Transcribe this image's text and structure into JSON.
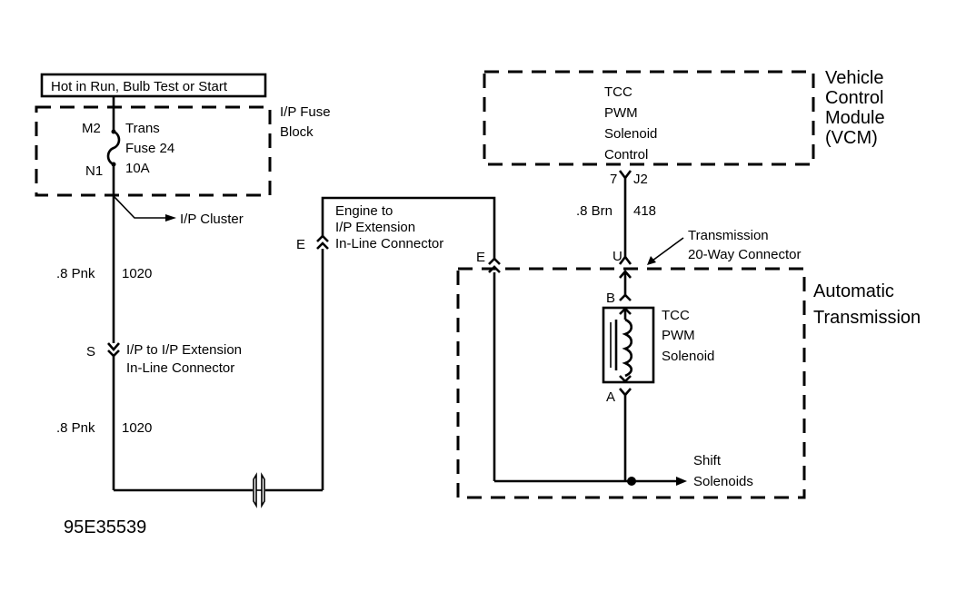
{
  "diagram": {
    "figure_id": "95E35539",
    "power_source": {
      "label": "Hot in Run, Bulb Test or Start"
    },
    "fuse_block": {
      "name": "I/P Fuse Block",
      "name_lines": [
        "I/P Fuse",
        "Block"
      ],
      "fuse_lines": [
        "Trans",
        "Fuse 24",
        "10A"
      ],
      "terminal_in": "M2",
      "terminal_out": "N1"
    },
    "ip_cluster": {
      "label": "I/P Cluster"
    },
    "wire_1020_upper": {
      "gauge_color": ".8 Pnk",
      "circuit": "1020"
    },
    "wire_1020_lower": {
      "gauge_color": ".8 Pnk",
      "circuit": "1020"
    },
    "connector_s": {
      "pin": "S",
      "name_lines": [
        "I/P to I/P Extension",
        "In-Line Connector"
      ]
    },
    "connector_e": {
      "pin_left": "E",
      "pin_right": "E",
      "name_lines": [
        "Engine to",
        "I/P Extension",
        "In-Line Connector"
      ]
    },
    "vcm": {
      "name_lines": [
        "Vehicle",
        "Control",
        "Module",
        "(VCM)"
      ],
      "function_lines": [
        "TCC",
        "PWM",
        "Solenoid",
        "Control"
      ],
      "pin": "7",
      "connector": "J2"
    },
    "wire_418": {
      "gauge_color": ".8 Brn",
      "circuit": "418"
    },
    "trans_connector": {
      "pin_u": "U",
      "name_lines": [
        "Transmission",
        "20-Way Connector"
      ]
    },
    "automatic_transmission": {
      "name_lines": [
        "Automatic",
        "Transmission"
      ]
    },
    "solenoid": {
      "name_lines": [
        "TCC",
        "PWM",
        "Solenoid"
      ],
      "pin_top": "B",
      "pin_bottom": "A"
    },
    "shift_solenoids": {
      "label_lines": [
        "Shift",
        "Solenoids"
      ]
    }
  }
}
